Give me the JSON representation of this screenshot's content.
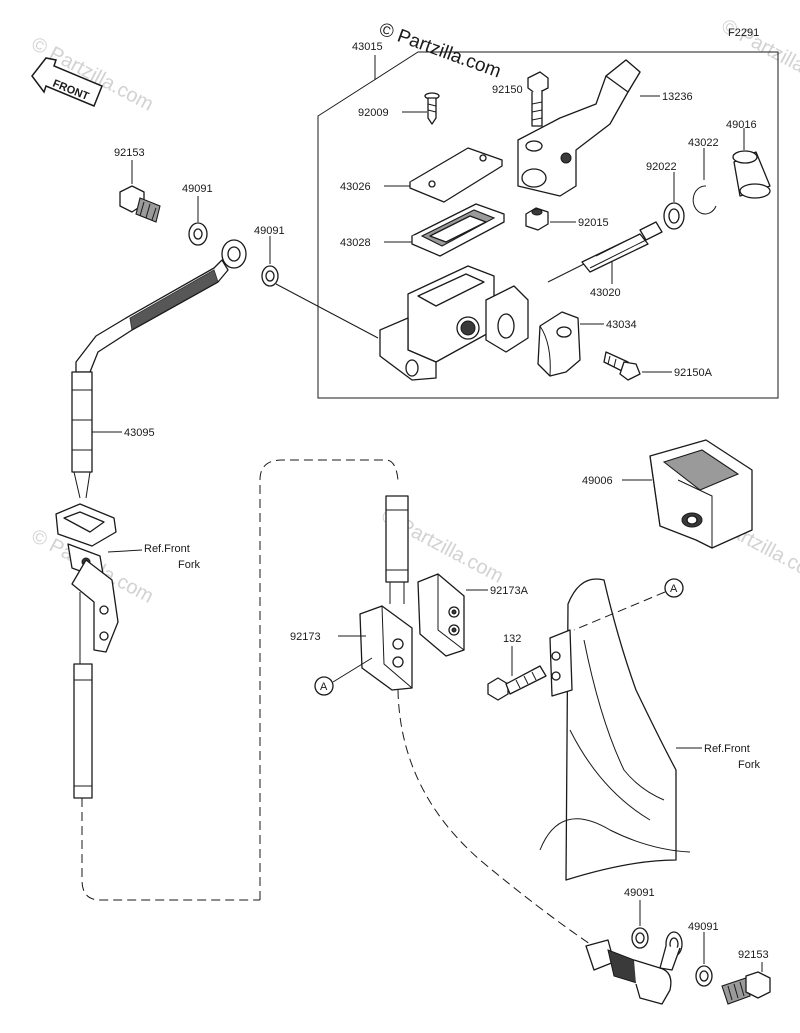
{
  "figure_code": "F2291",
  "watermark_top": "© Partzilla.com",
  "watermark_faint": "© Partzilla.com",
  "front_arrow_label": "FRONT",
  "callout_marker": "A",
  "ref_front_fork_line1": "Ref.Front",
  "ref_front_fork_line2": "Fork",
  "part_numbers": {
    "p43015": "43015",
    "p92150": "92150",
    "p13236": "13236",
    "p92009": "92009",
    "p49016": "49016",
    "p43022": "43022",
    "p92022": "92022",
    "p43026": "43026",
    "p92015": "92015",
    "p43028": "43028",
    "p43020": "43020",
    "p43034": "43034",
    "p92150A": "92150A",
    "p92153_top": "92153",
    "p49091_a": "49091",
    "p49091_b": "49091",
    "p43095": "43095",
    "p49006": "49006",
    "p92173A": "92173A",
    "p92173": "92173",
    "p132": "132",
    "p49091_c": "49091",
    "p49091_d": "49091",
    "p92153_bottom": "92153"
  }
}
